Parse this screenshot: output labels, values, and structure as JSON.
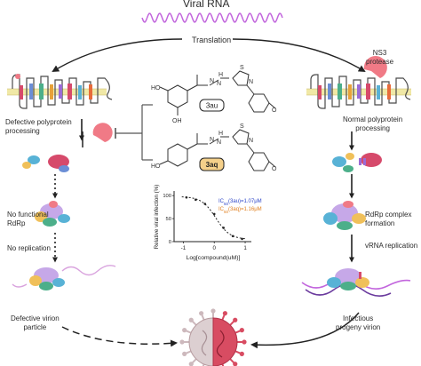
{
  "title": "Viral RNA",
  "translation_label": "Translation",
  "ns3_label": [
    "NS3",
    "protease"
  ],
  "left_path": {
    "step1": [
      "Defective polyprotein",
      "processing"
    ],
    "step2": [
      "No functional",
      "RdRp"
    ],
    "step3": "No replication",
    "step4": [
      "Defective virion",
      "particle"
    ]
  },
  "right_path": {
    "step1": [
      "Normal polyprotein",
      "processing"
    ],
    "step2": [
      "RdRp complex",
      "formation"
    ],
    "step3": "vRNA replication",
    "step4": [
      "Infectious",
      "progeny virion"
    ]
  },
  "compounds": [
    "3au",
    "3aq"
  ],
  "chart": {
    "ylabel": "Relative viral infection (%)",
    "xlabel": "Log[compound(uM)]",
    "ic50_3au": "IC50(3au)=1.07μM",
    "ic50_3aq": "IC50(3aq)=1.16μM",
    "ic50_3au_prefix": "IC",
    "ic50_3au_sub": "50",
    "ic50_3au_rest": "(3au)=1.07μM",
    "ic50_3aq_prefix": "IC",
    "ic50_3aq_sub": "50",
    "ic50_3aq_rest": "(3aq)=1.16μM",
    "yticks": [
      "0",
      "50",
      "100"
    ],
    "xticks": [
      "-1",
      "0",
      "1"
    ]
  },
  "chart_data": {
    "type": "scatter",
    "xlabel": "Log[compound(uM)]",
    "ylabel": "Relative viral infection (%)",
    "xlim": [
      -1.3,
      1.2
    ],
    "ylim": [
      0,
      110
    ],
    "points": {
      "x": [
        -0.9,
        -0.6,
        -0.3,
        0.0,
        0.3,
        0.6,
        0.9
      ],
      "y": [
        96,
        91,
        82,
        60,
        30,
        12,
        6
      ]
    },
    "fit_curve": {
      "top": 98,
      "bottom": 5,
      "logIC50": 0.05,
      "hill": 1.9
    }
  },
  "colors": {
    "wave": "#c266dd",
    "arrow": "#222222",
    "virion_left": "#d9c9cc",
    "virion_right": "#d84c62",
    "ic50_3au": "#2e46c8",
    "ic50_3aq": "#e07f1e",
    "label_3aq_fill": "#f5d08a",
    "protease": "#f07a86"
  }
}
